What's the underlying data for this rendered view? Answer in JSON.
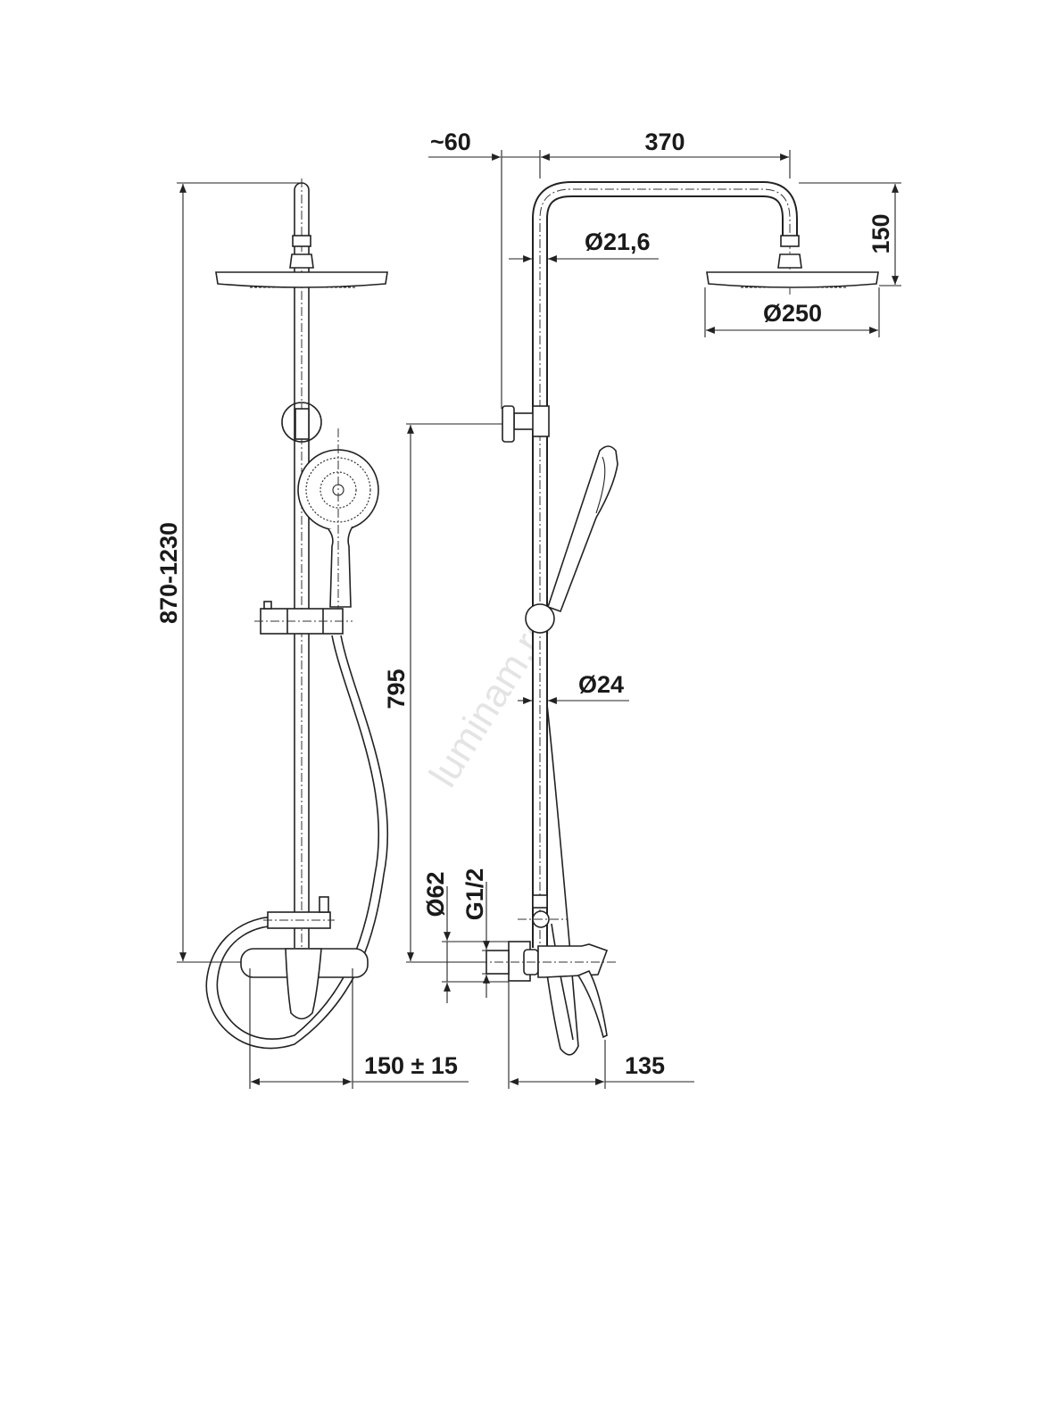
{
  "drawing": {
    "title": "Shower column technical drawing",
    "dimensions": {
      "approx_offset": "~60",
      "arm_length": "370",
      "head_drop": "150",
      "pipe_diameter": "Ø21,6",
      "head_diameter": "Ø250",
      "height_range": "870-1230",
      "bracket_height": "795",
      "rail_diameter": "Ø24",
      "escutcheon_diameter": "Ø62",
      "thread": "G1/2",
      "inlet_spacing": "150 ± 15",
      "projection": "135"
    },
    "watermark": "luminam.ro"
  }
}
